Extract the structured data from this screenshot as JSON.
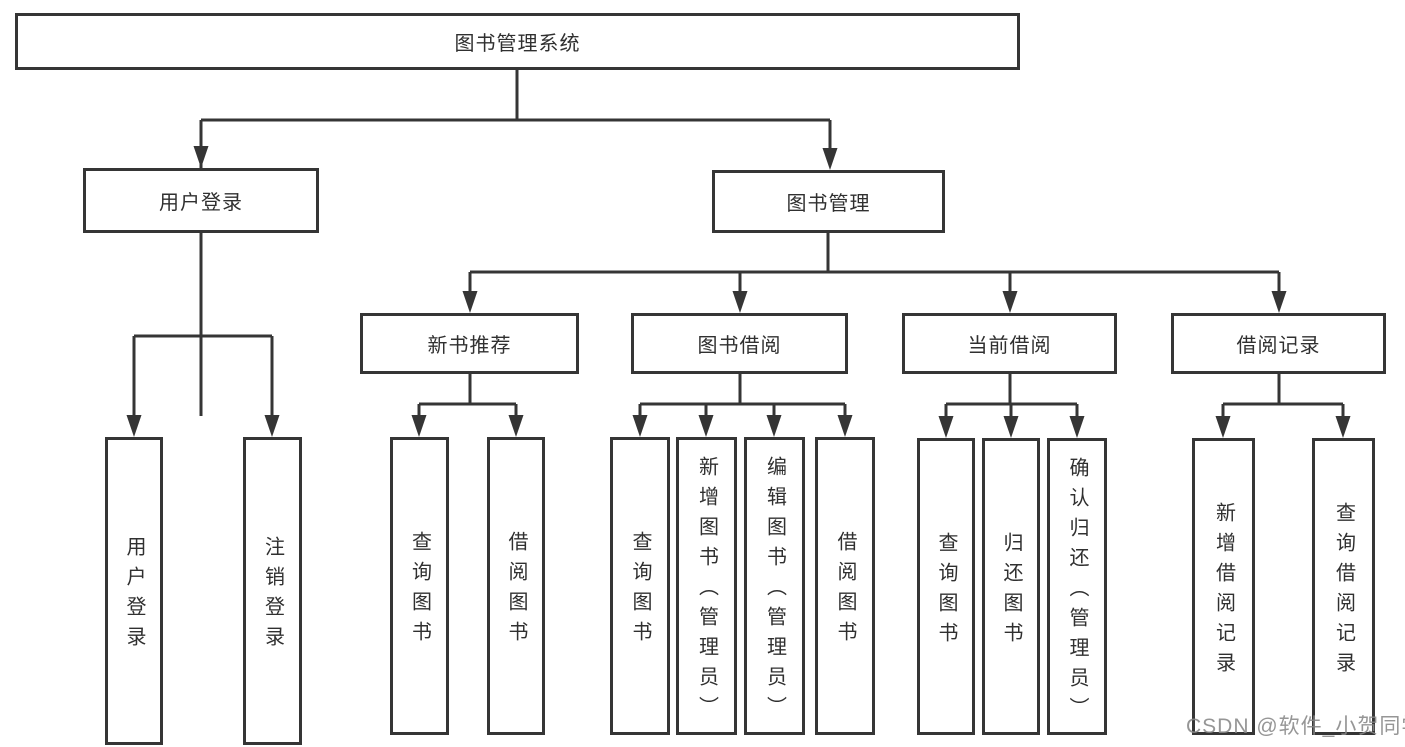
{
  "diagram": {
    "tree": {
      "root": {
        "label": "图书管理系统"
      },
      "branches": [
        {
          "label": "用户登录",
          "children": [
            {
              "label": "用户登录"
            },
            {
              "label": "注销登录"
            }
          ]
        },
        {
          "label": "图书管理",
          "children": [
            {
              "label": "新书推荐",
              "children": [
                {
                  "label": "查询图书"
                },
                {
                  "label": "借阅图书"
                }
              ]
            },
            {
              "label": "图书借阅",
              "children": [
                {
                  "label": "查询图书"
                },
                {
                  "label": "新增图书（管理员）"
                },
                {
                  "label": "编辑图书（管理员）"
                },
                {
                  "label": "借阅图书"
                }
              ]
            },
            {
              "label": "当前借阅",
              "children": [
                {
                  "label": "查询图书"
                },
                {
                  "label": "归还图书"
                },
                {
                  "label": "确认归还（管理员）"
                }
              ]
            },
            {
              "label": "借阅记录",
              "children": [
                {
                  "label": "新增借阅记录"
                },
                {
                  "label": "查询借阅记录"
                }
              ]
            }
          ]
        }
      ]
    },
    "colors": {
      "line": "#353535",
      "box_border": "#353535",
      "text": "#303030",
      "background": "#ffffff",
      "watermark": "#878787"
    }
  },
  "watermark": {
    "text": "CSDN @软件_小贺同学"
  }
}
